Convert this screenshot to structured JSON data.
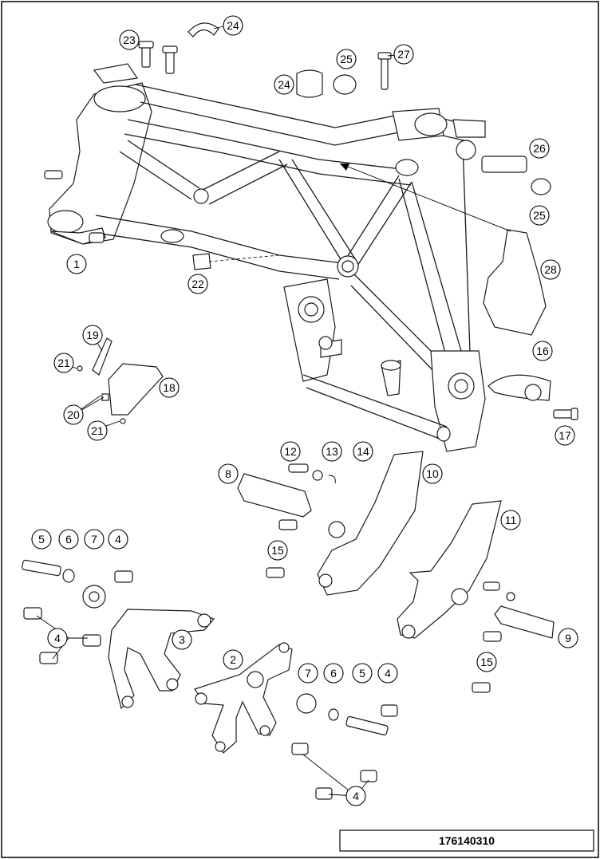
{
  "diagram": {
    "drawing_number": "176140310",
    "callouts": [
      {
        "id": "c1",
        "label": "1"
      },
      {
        "id": "c2",
        "label": "2"
      },
      {
        "id": "c3",
        "label": "3"
      },
      {
        "id": "c4a",
        "label": "4"
      },
      {
        "id": "c4b",
        "label": "4"
      },
      {
        "id": "c4c",
        "label": "4"
      },
      {
        "id": "c4d",
        "label": "4"
      },
      {
        "id": "c5a",
        "label": "5"
      },
      {
        "id": "c5b",
        "label": "5"
      },
      {
        "id": "c6a",
        "label": "6"
      },
      {
        "id": "c6b",
        "label": "6"
      },
      {
        "id": "c7a",
        "label": "7"
      },
      {
        "id": "c7b",
        "label": "7"
      },
      {
        "id": "c8",
        "label": "8"
      },
      {
        "id": "c9",
        "label": "9"
      },
      {
        "id": "c10",
        "label": "10"
      },
      {
        "id": "c11",
        "label": "11"
      },
      {
        "id": "c12",
        "label": "12"
      },
      {
        "id": "c13",
        "label": "13"
      },
      {
        "id": "c14",
        "label": "14"
      },
      {
        "id": "c15a",
        "label": "15"
      },
      {
        "id": "c15b",
        "label": "15"
      },
      {
        "id": "c16",
        "label": "16"
      },
      {
        "id": "c17",
        "label": "17"
      },
      {
        "id": "c18",
        "label": "18"
      },
      {
        "id": "c19",
        "label": "19"
      },
      {
        "id": "c20",
        "label": "20"
      },
      {
        "id": "c21a",
        "label": "21"
      },
      {
        "id": "c21b",
        "label": "21"
      },
      {
        "id": "c22",
        "label": "22"
      },
      {
        "id": "c23",
        "label": "23"
      },
      {
        "id": "c24a",
        "label": "24"
      },
      {
        "id": "c24b",
        "label": "24"
      },
      {
        "id": "c25a",
        "label": "25"
      },
      {
        "id": "c25b",
        "label": "25"
      },
      {
        "id": "c26",
        "label": "26"
      },
      {
        "id": "c27",
        "label": "27"
      },
      {
        "id": "c28",
        "label": "28"
      }
    ]
  }
}
